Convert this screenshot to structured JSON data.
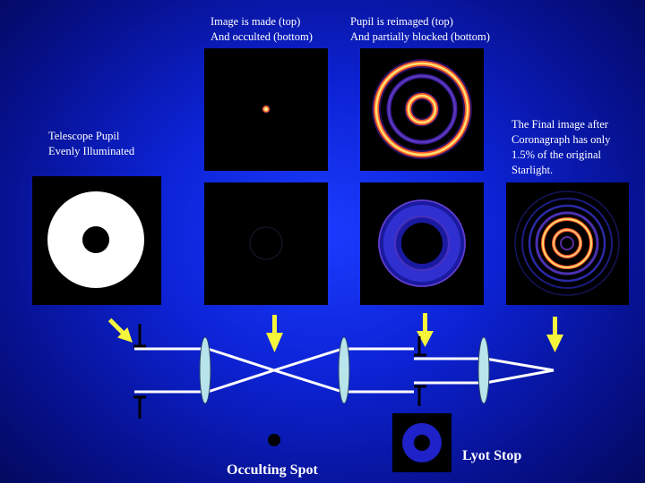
{
  "captions": {
    "telescope_pupil": [
      "Telescope Pupil",
      "Evenly Illuminated"
    ],
    "image_made": [
      "Image is made (top)",
      "And occulted (bottom)"
    ],
    "pupil_reimaged": [
      "Pupil is reimaged (top)",
      "And partially blocked (bottom)"
    ],
    "final_image": [
      "The Final image after",
      "Coronagraph has only",
      "1.5% of the original",
      "Starlight."
    ]
  },
  "labels": {
    "occulting_spot": "Occulting Spot",
    "lyot_stop": "Lyot Stop"
  },
  "colors": {
    "background": "#0d23d6",
    "arrow": "#f5f53c",
    "lens": "#b8e4ec",
    "ring_hot": "#ffe070",
    "ring_mid": "#ff5a2a",
    "ring_cool": "#4a2aa0"
  }
}
